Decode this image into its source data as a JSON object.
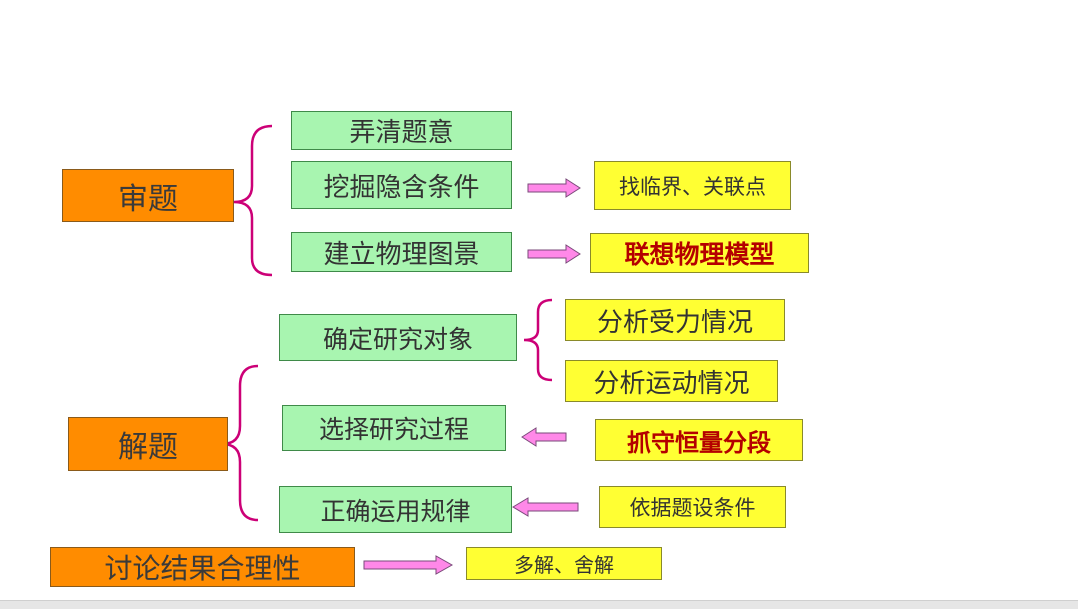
{
  "main_steps": {
    "review": "审题",
    "solve": "解题",
    "discuss": "讨论结果合理性"
  },
  "review_items": {
    "clarify": "弄清题意",
    "hidden": "挖掘隐含条件",
    "scene": "建立物理图景"
  },
  "review_notes": {
    "critical": "找临界、关联点",
    "model": "联想物理模型"
  },
  "solve_items": {
    "object": "确定研究对象",
    "process": "选择研究过程",
    "law": "正确运用规律"
  },
  "object_analysis": {
    "force": "分析受力情况",
    "motion": "分析运动情况"
  },
  "solve_notes": {
    "segment": "抓守恒量分段",
    "basis": "依据题设条件"
  },
  "discuss_note": "多解、舍解",
  "colors": {
    "orange": "#ff8c00",
    "green": "#a8f5b0",
    "yellow": "#ffff33",
    "magenta": "#cc0077",
    "arrow_fill": "#ff88e8",
    "emphasis": "#b40000"
  }
}
